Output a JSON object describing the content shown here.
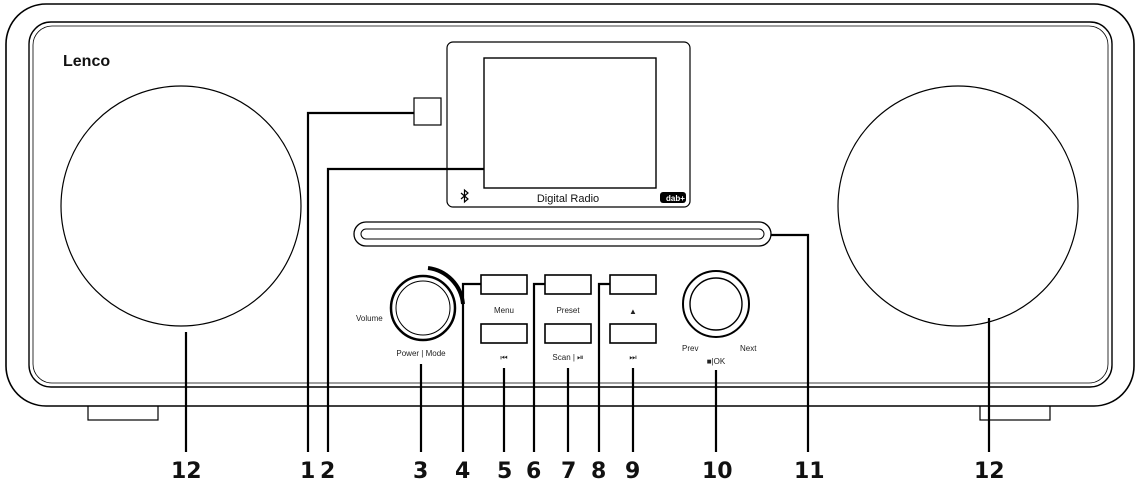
{
  "device": {
    "brand": "Lenco",
    "display_label": "Digital Radio",
    "dab_logo": "dab+",
    "bluetooth_icon": "bluetooth-icon"
  },
  "controls": {
    "volume_label": "Volume",
    "power_mode_label": "Power | Mode",
    "menu_label": "Menu",
    "preset_label": "Preset",
    "eject_symbol": "▲",
    "prev_track_symbol": "⏮",
    "scan_play_label": "Scan | ⏯",
    "next_track_symbol": "⏭",
    "prev_label": "Prev",
    "next_label": "Next",
    "stop_ok_label": "■|OK"
  },
  "callouts": [
    "12",
    "1",
    "2",
    "3",
    "4",
    "5",
    "6",
    "7",
    "8",
    "9",
    "10",
    "11",
    "12"
  ]
}
